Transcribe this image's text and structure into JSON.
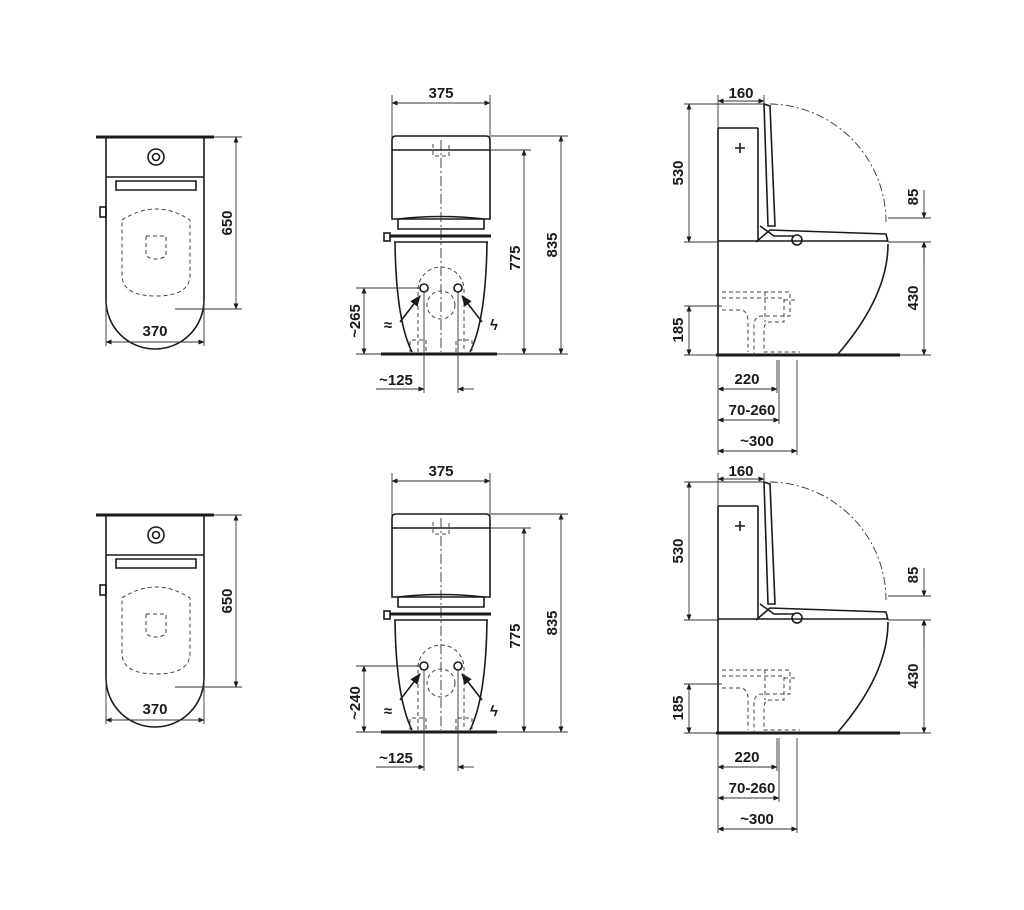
{
  "variants": [
    {
      "top_view": {
        "width": "370",
        "depth": "650"
      },
      "front_view": {
        "width": "375",
        "total_height": "835",
        "seat_height": "775",
        "outlet_height": "~265",
        "outlet_spacing": "~125"
      },
      "side_view": {
        "cistern_depth": "160",
        "cistern_height": "530",
        "lid_gap": "85",
        "rim_height": "430",
        "outlet_low": "185",
        "outlet_dist": "220",
        "outlet_range": "70-260",
        "outlet_total": "~300"
      }
    },
    {
      "top_view": {
        "width": "370",
        "depth": "650"
      },
      "front_view": {
        "width": "375",
        "total_height": "835",
        "seat_height": "775",
        "outlet_height": "~240",
        "outlet_spacing": "~125"
      },
      "side_view": {
        "cistern_depth": "160",
        "cistern_height": "530",
        "lid_gap": "85",
        "rim_height": "430",
        "outlet_low": "185",
        "outlet_dist": "220",
        "outlet_range": "70-260",
        "outlet_total": "~300"
      }
    }
  ],
  "symbols": {
    "water_inlet": "≈",
    "electric": "ϟ"
  }
}
